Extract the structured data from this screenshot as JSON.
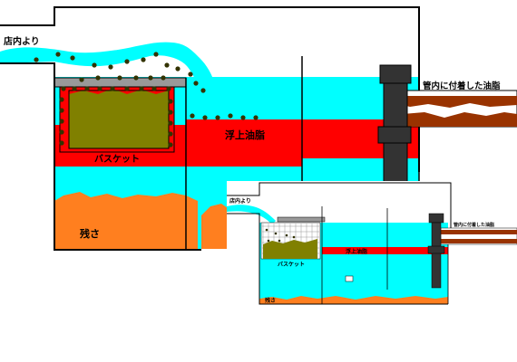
{
  "labels": {
    "inlet": "店内より",
    "basket": "バスケット",
    "floating_oil": "浮上油脂",
    "residue": "残さ",
    "pipe_grease": "管内に付着した油脂"
  },
  "colors": {
    "water": "#00ffff",
    "oil": "#ff0000",
    "residue": "#ff7f1f",
    "basket_waste": "#808000",
    "grease_brown": "#993300",
    "pipe": "#333333",
    "wall": "#000000",
    "basket_frame": "#999999",
    "dot": "#333300"
  },
  "icons": {
    "pipe": "vertical-outlet-pipe",
    "basket": "mesh-basket",
    "particle": "food-waste-dot"
  }
}
